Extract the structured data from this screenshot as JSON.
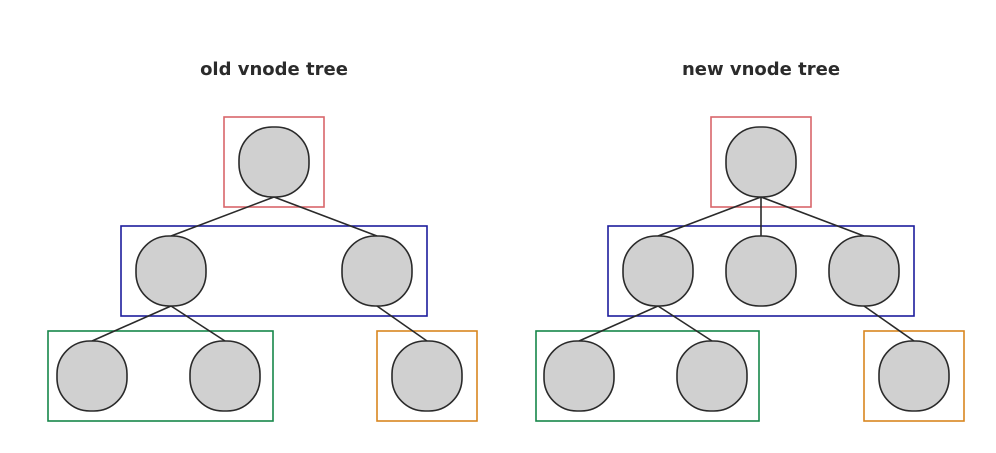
{
  "titles": {
    "old": "old vnode tree",
    "new": "new vnode tree"
  },
  "colors": {
    "level_1_box": "#d9666a",
    "level_2_box": "#1d1d9c",
    "level_3a_box": "#17874a",
    "level_3b_box": "#d9861f",
    "node_fill": "#d0d0d0",
    "node_stroke": "#2a2a2a",
    "edge": "#2a2a2a"
  },
  "trees": {
    "old": {
      "root_children": 2,
      "level2_children": [
        2,
        1
      ]
    },
    "new": {
      "root_children": 3,
      "level2_children": [
        2,
        0,
        1
      ]
    }
  }
}
